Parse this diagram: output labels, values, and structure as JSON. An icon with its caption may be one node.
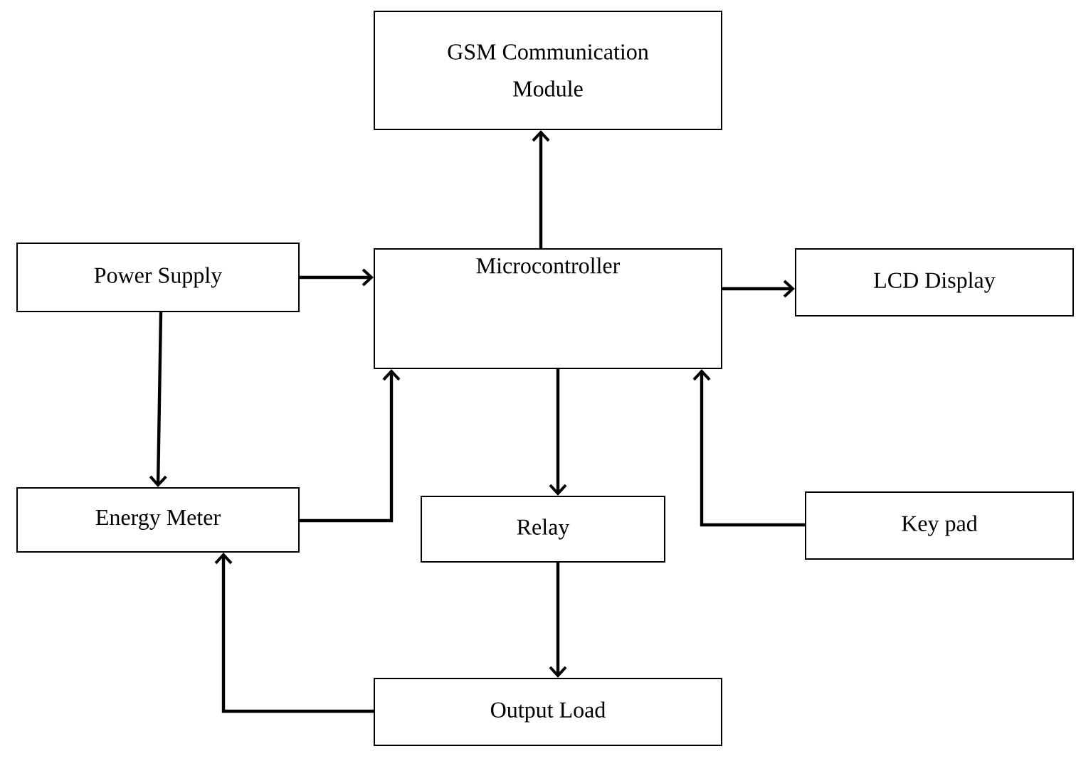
{
  "diagram": {
    "nodes": [
      {
        "text": [
          "GSM Communication Module"
        ]
      },
      {
        "text": [
          "Power Supply"
        ]
      },
      {
        "text": [
          "Microcontroller"
        ]
      },
      {
        "text": [
          "LCD Display"
        ]
      },
      {
        "text": [
          "Energy Meter"
        ]
      },
      {
        "text": [
          "Relay"
        ]
      },
      {
        "text": [
          "Key pad"
        ]
      },
      {
        "text": [
          "Output Load"
        ]
      }
    ],
    "edges": [
      {
        "from": 1,
        "to": 2,
        "arrow": "to"
      },
      {
        "from": 2,
        "to": 0,
        "arrow": "to"
      },
      {
        "from": 2,
        "to": 3,
        "arrow": "to"
      },
      {
        "from": 1,
        "to": 4,
        "arrow": "to"
      },
      {
        "from": 4,
        "to": 2,
        "arrow": "to"
      },
      {
        "from": 2,
        "to": 5,
        "arrow": "to"
      },
      {
        "from": 6,
        "to": 2,
        "arrow": "to"
      },
      {
        "from": 5,
        "to": 7,
        "arrow": "to"
      },
      {
        "from": 7,
        "to": 4,
        "arrow": "to"
      }
    ]
  }
}
